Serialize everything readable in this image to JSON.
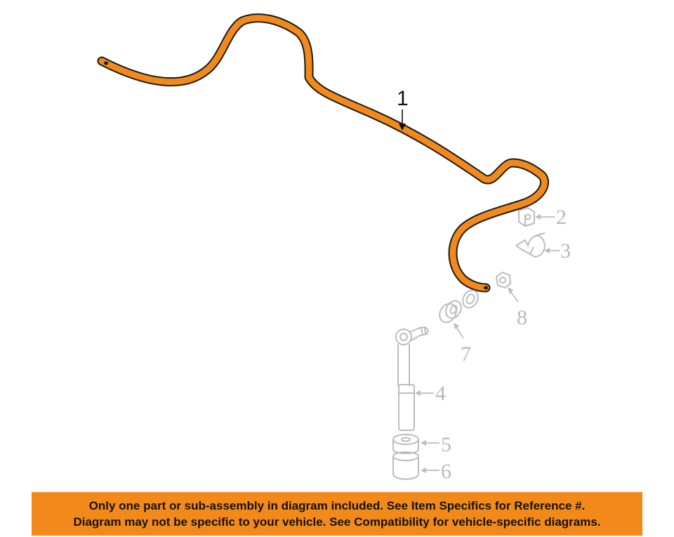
{
  "callouts": {
    "c1": "1",
    "c2": "2",
    "c3": "3",
    "c4": "4",
    "c5": "5",
    "c6": "6",
    "c7": "7",
    "c8": "8"
  },
  "banner": {
    "line1": "Only one part or sub-assembly in diagram included. See Item Specifics for Reference #.",
    "line2": "Diagram may not be specific to your vehicle. See Compatibility for vehicle-specific diagrams."
  },
  "colors": {
    "highlight": "#f28a1b",
    "outline": "#1a1a1a",
    "ghost": "#bdbdbd",
    "banner_bg": "#f28a1b"
  }
}
